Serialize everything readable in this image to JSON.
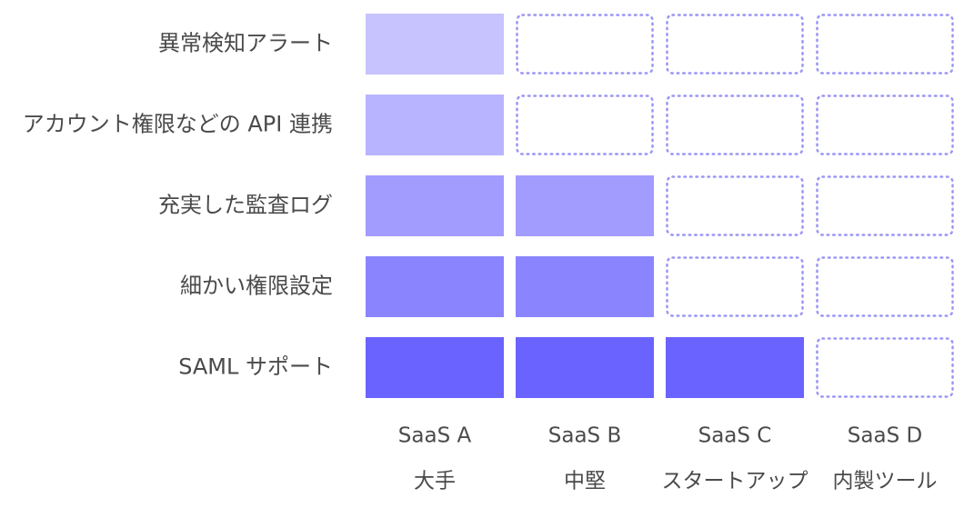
{
  "chart_data": {
    "type": "heatmap",
    "rows": [
      "異常検知アラート",
      "アカウント権限などの API 連携",
      "充実した監査ログ",
      "細かい権限設定",
      "SAML サポート"
    ],
    "columns": [
      {
        "name": "SaaS A",
        "sub": "大手"
      },
      {
        "name": "SaaS B",
        "sub": "中堅"
      },
      {
        "name": "SaaS C",
        "sub": "スタートアップ"
      },
      {
        "name": "SaaS D",
        "sub": "内製ツール"
      }
    ],
    "supported": [
      [
        true,
        false,
        false,
        false
      ],
      [
        true,
        false,
        false,
        false
      ],
      [
        true,
        true,
        false,
        false
      ],
      [
        true,
        true,
        false,
        false
      ],
      [
        true,
        true,
        true,
        false
      ]
    ],
    "colors": {
      "row_fills": [
        "#c6c3ff",
        "#b9b4ff",
        "#a39cff",
        "#8b84ff",
        "#6a63ff"
      ],
      "empty_border": "#9b96f5"
    }
  }
}
